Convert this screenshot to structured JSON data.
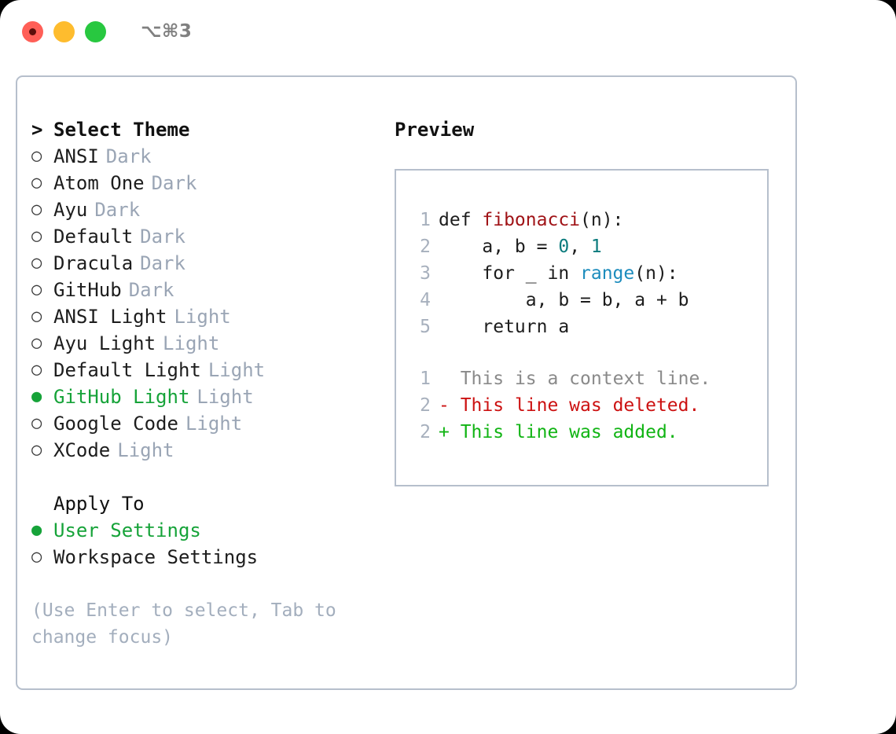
{
  "titlebar": {
    "shortcut": "⌥⌘3",
    "buttons": [
      {
        "name": "close",
        "color": "#ff5f57"
      },
      {
        "name": "minimize",
        "color": "#febc2e"
      },
      {
        "name": "maximize",
        "color": "#28c840"
      }
    ]
  },
  "theme_panel": {
    "header_marker": ">",
    "header": "Select Theme",
    "options": [
      {
        "marker": "○",
        "name": "ANSI",
        "tag": "Dark",
        "selected": false
      },
      {
        "marker": "○",
        "name": "Atom One",
        "tag": "Dark",
        "selected": false
      },
      {
        "marker": "○",
        "name": "Ayu",
        "tag": "Dark",
        "selected": false
      },
      {
        "marker": "○",
        "name": "Default",
        "tag": "Dark",
        "selected": false
      },
      {
        "marker": "○",
        "name": "Dracula",
        "tag": "Dark",
        "selected": false
      },
      {
        "marker": "○",
        "name": "GitHub",
        "tag": "Dark",
        "selected": false
      },
      {
        "marker": "○",
        "name": "ANSI Light",
        "tag": "Light",
        "selected": false
      },
      {
        "marker": "○",
        "name": "Ayu Light",
        "tag": "Light",
        "selected": false
      },
      {
        "marker": "○",
        "name": "Default Light",
        "tag": "Light",
        "selected": false
      },
      {
        "marker": "●",
        "name": "GitHub Light",
        "tag": "Light",
        "selected": true
      },
      {
        "marker": "○",
        "name": "Google Code",
        "tag": "Light",
        "selected": false
      },
      {
        "marker": "○",
        "name": "XCode",
        "tag": "Light",
        "selected": false
      }
    ]
  },
  "apply_to": {
    "header": "Apply To",
    "options": [
      {
        "marker": "●",
        "name": "User Settings",
        "selected": true
      },
      {
        "marker": "○",
        "name": "Workspace Settings",
        "selected": false
      }
    ]
  },
  "hint": "(Use Enter to select, Tab to change focus)",
  "preview": {
    "title": "Preview",
    "code_lines": [
      {
        "no": "1",
        "parts": [
          {
            "t": "def ",
            "k": "plain"
          },
          {
            "t": "fibonacci",
            "k": "fn"
          },
          {
            "t": "(n):",
            "k": "plain"
          }
        ]
      },
      {
        "no": "2",
        "parts": [
          {
            "t": "    a, b = ",
            "k": "plain"
          },
          {
            "t": "0",
            "k": "num"
          },
          {
            "t": ", ",
            "k": "plain"
          },
          {
            "t": "1",
            "k": "num"
          }
        ]
      },
      {
        "no": "3",
        "parts": [
          {
            "t": "    for _ in ",
            "k": "plain"
          },
          {
            "t": "range",
            "k": "call"
          },
          {
            "t": "(n):",
            "k": "plain"
          }
        ]
      },
      {
        "no": "4",
        "parts": [
          {
            "t": "        a, b = b, a + b",
            "k": "plain"
          }
        ]
      },
      {
        "no": "5",
        "parts": [
          {
            "t": "    return a",
            "k": "plain"
          }
        ]
      }
    ],
    "diff_lines": [
      {
        "no": "1",
        "sign": "  ",
        "text": "This is a context line.",
        "kind": "ctx"
      },
      {
        "no": "2",
        "sign": "- ",
        "text": "This line was deleted.",
        "kind": "del"
      },
      {
        "no": "2",
        "sign": "+ ",
        "text": "This line was added.",
        "kind": "add"
      }
    ]
  },
  "colors": {
    "accent_green": "#16a339",
    "muted": "#9aa5b5",
    "border": "#b6bfcc",
    "fn_red": "#a01317",
    "num_teal": "#0b7b7d",
    "call_blue": "#1c8cbd",
    "diff_del": "#cc1111",
    "diff_add": "#11b414"
  }
}
